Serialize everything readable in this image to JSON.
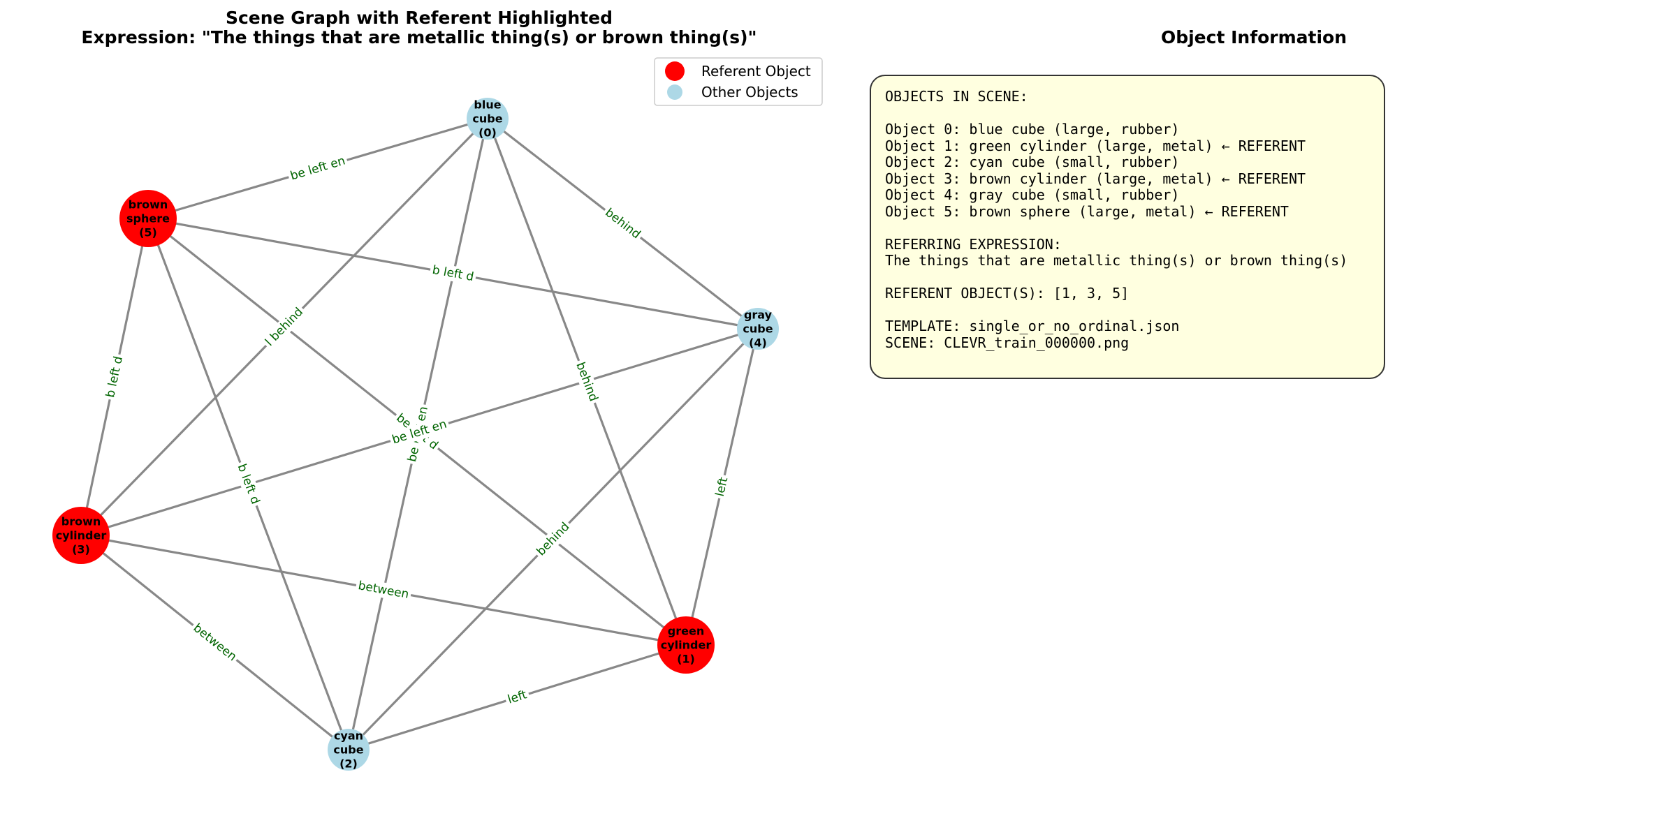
{
  "graph": {
    "title": "Scene Graph with Referent Highlighted",
    "expression_line": "Expression: \"The things that are metallic thing(s) or brown thing(s)\"",
    "colors": {
      "referent": "#ff0000",
      "other": "#add8e6",
      "edge": "#888888",
      "edge_label": "#006400"
    },
    "legend": {
      "referent_label": "Referent Object",
      "other_label": "Other Objects"
    },
    "nodes": [
      {
        "id": 0,
        "lines": [
          "blue",
          "cube",
          "(0)"
        ],
        "referent": false
      },
      {
        "id": 1,
        "lines": [
          "green",
          "cylinder",
          "(1)"
        ],
        "referent": true
      },
      {
        "id": 2,
        "lines": [
          "cyan",
          "cube",
          "(2)"
        ],
        "referent": false
      },
      {
        "id": 3,
        "lines": [
          "brown",
          "cylinder",
          "(3)"
        ],
        "referent": true
      },
      {
        "id": 4,
        "lines": [
          "gray",
          "cube",
          "(4)"
        ],
        "referent": false
      },
      {
        "id": 5,
        "lines": [
          "brown",
          "sphere",
          "(5)"
        ],
        "referent": true
      }
    ],
    "edges": [
      {
        "source": 5,
        "target": 0,
        "label": "be left en"
      },
      {
        "source": 0,
        "target": 4,
        "label": "behind"
      },
      {
        "source": 5,
        "target": 4,
        "label": "b left d"
      },
      {
        "source": 3,
        "target": 0,
        "label": "l behind"
      },
      {
        "source": 5,
        "target": 3,
        "label": "b left d"
      },
      {
        "source": 0,
        "target": 1,
        "label": "behind"
      },
      {
        "source": 0,
        "target": 2,
        "label": "be left en"
      },
      {
        "source": 5,
        "target": 1,
        "label": "be left d"
      },
      {
        "source": 3,
        "target": 4,
        "label": "be left en"
      },
      {
        "source": 5,
        "target": 2,
        "label": "b left d"
      },
      {
        "source": 4,
        "target": 1,
        "label": "left"
      },
      {
        "source": 4,
        "target": 2,
        "label": "behind"
      },
      {
        "source": 3,
        "target": 1,
        "label": "between"
      },
      {
        "source": 3,
        "target": 2,
        "label": "between"
      },
      {
        "source": 2,
        "target": 1,
        "label": "left"
      }
    ]
  },
  "info": {
    "title": "Object Information",
    "lines": [
      "OBJECTS IN SCENE:",
      "",
      "Object 0: blue cube (large, rubber)",
      "Object 1: green cylinder (large, metal) ← REFERENT",
      "Object 2: cyan cube (small, rubber)",
      "Object 3: brown cylinder (large, metal) ← REFERENT",
      "Object 4: gray cube (small, rubber)",
      "Object 5: brown sphere (large, metal) ← REFERENT",
      "",
      "REFERRING EXPRESSION:",
      "The things that are metallic thing(s) or brown thing(s)",
      "",
      "REFERENT OBJECT(S): [1, 3, 5]",
      "",
      "TEMPLATE: single_or_no_ordinal.json",
      "SCENE: CLEVR_train_000000.png"
    ]
  }
}
